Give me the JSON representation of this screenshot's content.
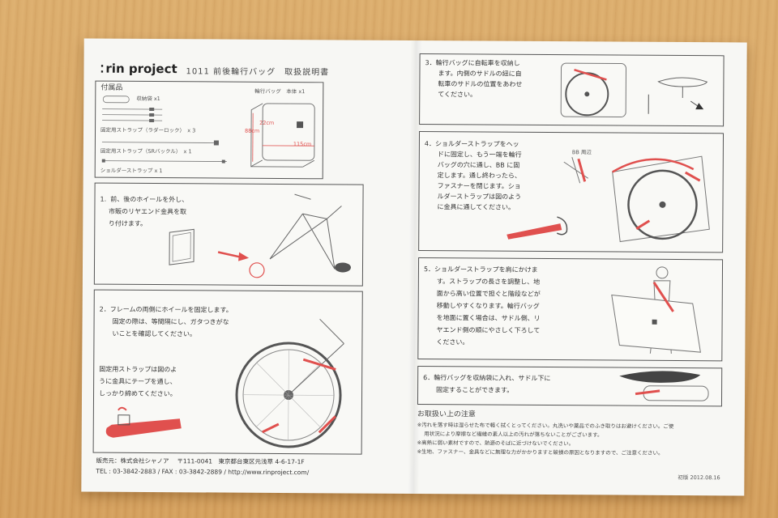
{
  "header": {
    "logo_text": "rin project",
    "title": "1011 前後輪行バッグ　取扱説明書"
  },
  "accessories": {
    "heading": "付属品",
    "storage_bag": "収納袋 x1",
    "strap_ladder": "固定用ストラップ（ラダーロック）　x 3",
    "strap_sr": "固定用ストラップ（SRバックル）　x 1",
    "shoulder_strap": "ショルダーストラップ x 1",
    "bag_label": "輪行バッグ　本体 x1",
    "dim_height": "88cm",
    "dim_depth": "22cm",
    "dim_width": "115cm"
  },
  "steps": {
    "s1": "1.  前、後のホイールを外し、\n　 市販のリヤエンド金具を取\n　 り付けます。",
    "s2_a": "2．フレームの両側にホイールを固定します。\n　　固定の際は、等間隔にし、ガタつきがな\n　　いことを確認してください。",
    "s2_b": "固定用ストラップは図のよ\nうに金具にテープを通し、\nしっかり締めてください。",
    "s3": "3．輪行バッグに自転車を収納し\n　　ます。内側のサドルの紐に自\n　　転車のサドルの位置をあわせ\n　　てください。",
    "s4": "4．ショルダーストラップをヘッ\n　　ドに固定し、もう一端を輪行\n　　バッグの穴に通し、BB に固\n　　定します。通し終わったら、\n　　ファスナーを閉じます。ショ\n　　ルダーストラップは図のよう\n　　に金具に通してください。",
    "s4_label": "BB 周辺",
    "s5": "5．ショルダーストラップを肩にかけま\n　　す。ストラップの長さを調整し、地\n　　面から高い位置で担ぐと階段などが\n　　移動しやすくなります。輪行バッグ\n　　を地面に置く場合は、サドル側、リ\n　　ヤエンド側の順にやさしく下ろして\n　　ください。",
    "s6": "6．輪行バッグを収納袋に入れ、サドル下に\n　　固定することができます。"
  },
  "care": {
    "heading": "お取扱い上の注意",
    "notes": "※汚れを落す時は湿らせた布で軽く拭くとってください。丸洗いや薬品でのふき取りはお避けください。ご使\n　 用状況により摩擦など繊維の素人以上の汚れが落ちないことがございます。\n※高熱に弱い素材ですので、熱源のそばに近づけないでください。\n※生地、ファスナー、金具などに無理な力がかかりますと破損の原因となりますので、ご注意ください。"
  },
  "footer": {
    "seller": "販売元：株式会社シャノア　 〒111-0041　東京都台東区元浅草 4-6-17-1F",
    "contact": "TEL : 03-3842-2883 / FAX : 03-3842-2889 / http://www.rinproject.com/",
    "edition": "初版 2012.08.16"
  },
  "colors": {
    "accent": "#e0504e",
    "line": "#555555"
  }
}
